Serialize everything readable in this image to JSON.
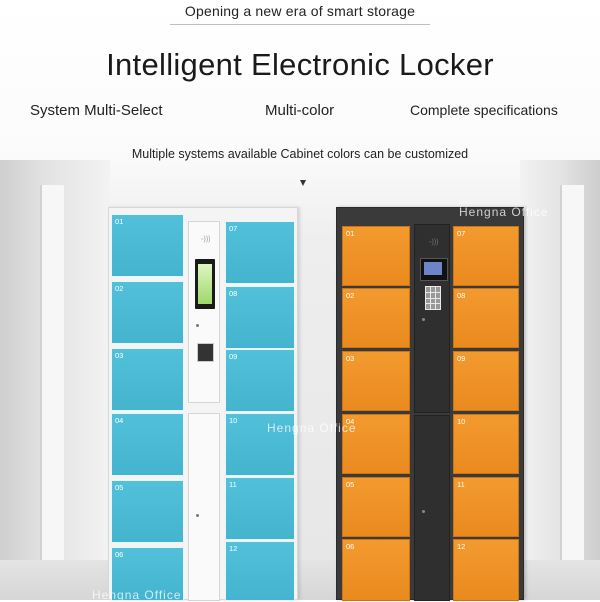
{
  "header": {
    "tagline": "Opening a new era of smart storage",
    "title": "Intelligent Electronic Locker",
    "features": [
      "System Multi-Select",
      "Multi-color",
      "Complete specifications"
    ],
    "subtitle": "Multiple systems available Cabinet colors can be customized"
  },
  "lockers": {
    "white_cabinet": {
      "color": "#4bbad4",
      "left_doors": [
        "01",
        "02",
        "03",
        "04",
        "05",
        "06"
      ],
      "right_doors": [
        "07",
        "08",
        "09",
        "10",
        "11",
        "12"
      ]
    },
    "dark_cabinet": {
      "color": "#ef932a",
      "left_doors": [
        "01",
        "02",
        "03",
        "04",
        "05",
        "06"
      ],
      "right_doors": [
        "07",
        "08",
        "09",
        "10",
        "11",
        "12"
      ]
    }
  },
  "watermark": "Hengna Office",
  "icons": [
    "nfc-icon",
    "touchscreen-icon",
    "qr-scanner-icon",
    "keypad-icon",
    "caret-down-icon"
  ]
}
